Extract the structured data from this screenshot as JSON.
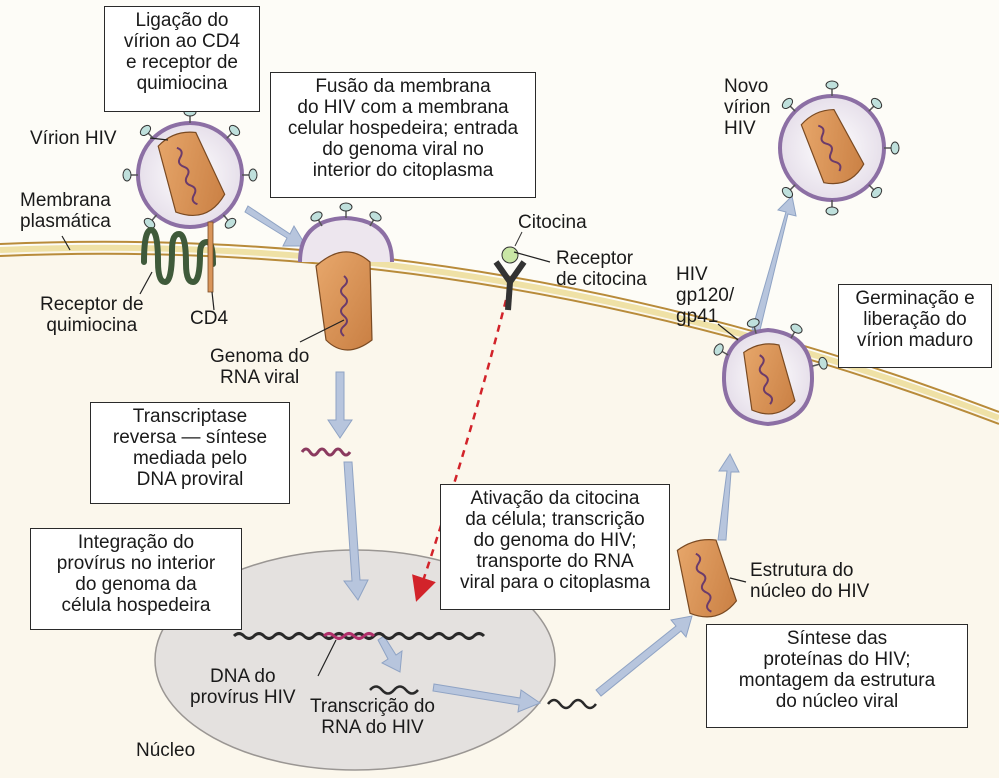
{
  "steps": {
    "binding": "Ligação do\nvírion ao CD4\ne receptor de\nquimiocina",
    "fusion": "Fusão da membrana\ndo HIV com a membrana\ncelular hospedeira; entrada\ndo genoma viral no\ninterior do citoplasma",
    "reverse_transcription": "Transcriptase\nreversa — síntese\nmediada pelo\nDNA proviral",
    "integration": "Integração do\nprovírus no interior\ndo genoma da\ncélula hospedeira",
    "activation": "Ativação da citocina\nda célula; transcrição\ndo genoma do HIV;\ntransporte do RNA\nviral para o citoplasma",
    "synthesis": "Síntese das\nproteínas do HIV;\nmontagem da estrutura\ndo núcleo viral",
    "budding": "Germinação e\nliberação do\nvírion maduro"
  },
  "labels": {
    "hiv_virion": "Vírion HIV",
    "plasma_membrane": "Membrana\nplasmática",
    "chemokine_receptor": "Receptor de\nquimiocina",
    "cd4": "CD4",
    "viral_rna_genome": "Genoma do\nRNA viral",
    "cytokine": "Citocina",
    "cytokine_receptor": "Receptor\nde citocina",
    "gp120_gp41": "HIV\ngp120/\ngp41",
    "new_virion": "Novo\nvírion\nHIV",
    "core_structure": "Estrutura do\nnúcleo do HIV",
    "provirus_dna": "DNA do\nprovírus HIV",
    "hiv_rna_transcription": "Transcrição do\nRNA do HIV",
    "nucleus": "Núcleo"
  },
  "colors": {
    "membrane": "#e9d89a",
    "virion_fill": "#ece6ef",
    "virion_edge": "#8c6fa4",
    "capsid": "#d9955a",
    "nucleus": "#e4e1df",
    "arrow": "#b7c5dd",
    "dashed_arrow": "#d2232a"
  }
}
